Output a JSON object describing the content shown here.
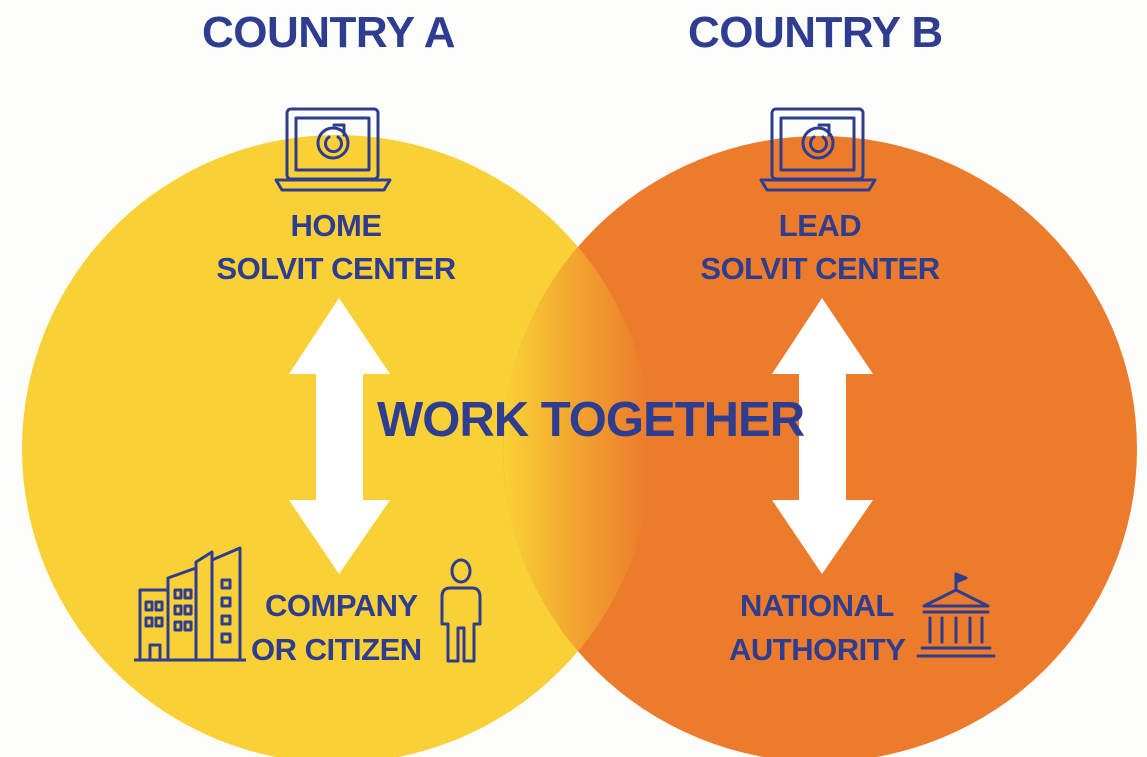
{
  "colors": {
    "country_a": "#f9d136",
    "country_b": "#ec7b2c",
    "text": "#2e3d8f",
    "arrow": "#ffffff",
    "background": "#fdfdfb"
  },
  "country_a": {
    "title": "COUNTRY A",
    "center_line1": "HOME",
    "center_line2": "SOLVIT CENTER",
    "party_line1": "COMPANY",
    "party_line2": "OR CITIZEN",
    "icons": [
      "laptop-solvit-icon",
      "buildings-icon",
      "person-icon"
    ]
  },
  "country_b": {
    "title": "COUNTRY B",
    "center_line1": "LEAD",
    "center_line2": "SOLVIT CENTER",
    "party_line1": "NATIONAL",
    "party_line2": "AUTHORITY",
    "icons": [
      "laptop-solvit-icon",
      "government-building-icon"
    ]
  },
  "shared": {
    "label": "WORK TOGETHER"
  }
}
